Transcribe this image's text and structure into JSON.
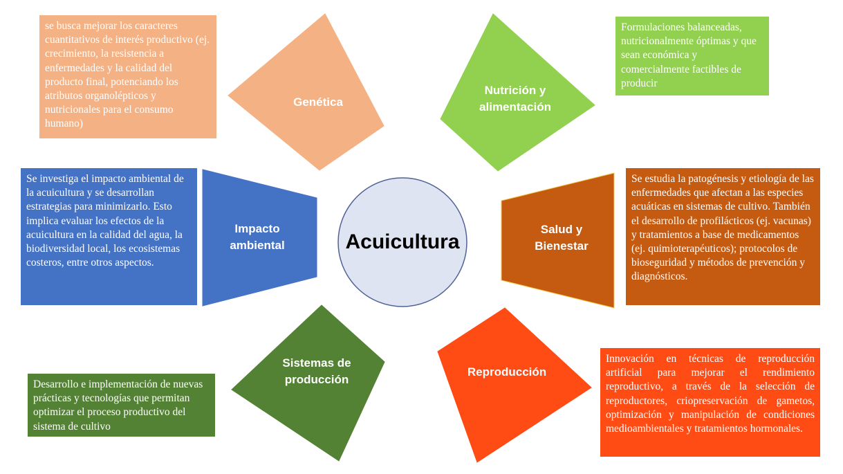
{
  "center": {
    "label": "Acuicultura",
    "fill": "#dee4f1",
    "stroke": "#4f6394"
  },
  "topics": [
    {
      "id": "genetica",
      "label": "Genética",
      "color": "#f4b183",
      "description": "se busca mejorar los caracteres cuantitativos de interés productivo (ej. crecimiento, la resistencia a enfermedades y la calidad del producto final, potenciando los atributos organolépticos y nutricionales para el consumo humano)"
    },
    {
      "id": "nutricion",
      "label": "Nutrición y\nalimentación",
      "color": "#92d050",
      "description": "Formulaciones balanceadas, nutricionalmente óptimas y que sean económica y comercialmente factibles de producir"
    },
    {
      "id": "impacto",
      "label": "Impacto\nambiental",
      "color": "#4472c4",
      "description": "Se investiga el impacto ambiental de la acuicultura y se desarrollan estrategias para minimizarlo. Esto implica evaluar los efectos de la acuicultura en la calidad del agua, la biodiversidad local, los ecosistemas costeros, entre otros aspectos."
    },
    {
      "id": "salud",
      "label": "Salud y\nBienestar",
      "color": "#c55a11",
      "description": "Se estudia la patogénesis y etiología de las enfermedades que afectan a las especies acuáticas en sistemas de cultivo. También el desarrollo de profilácticos (ej. vacunas) y tratamientos a base de medicamentos (ej. quimioterapéuticos); protocolos de bioseguridad y métodos de prevención y diagnósticos."
    },
    {
      "id": "sistemas",
      "label": "Sistemas de\nproducción",
      "color": "#548235",
      "description": "Desarrollo e implementación de nuevas prácticas y tecnologías que permitan optimizar el proceso productivo del sistema de cultivo"
    },
    {
      "id": "reproduccion",
      "label": "Reproducción",
      "color": "#ff4b14",
      "description": "Innovación en técnicas de reproducción artificial para mejorar el rendimiento reproductivo, a través de la selección de reproductores, criopreservación de gametos, optimización y manipulación de condiciones medioambientales y tratamientos hormonales."
    }
  ]
}
